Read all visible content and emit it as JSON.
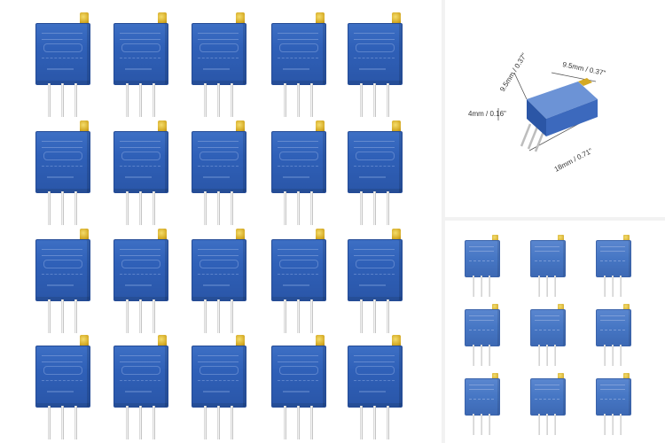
{
  "main_panel": {
    "rows": 4,
    "columns": 5,
    "component": "trimmer-potentiometer",
    "body_color": "#2f60b8",
    "adjuster_color": "#d4a924",
    "pin_color": "#d8d8d8"
  },
  "dimension_panel": {
    "labels": {
      "depth": "9.5mm / 0.37\"",
      "width": "9.5mm / 0.37\"",
      "pitch": "4mm / 0.16\"",
      "height": "18mm / 0.71\""
    }
  },
  "small_panel": {
    "rows": 3,
    "columns": 3,
    "body_color": "#4676c4"
  }
}
